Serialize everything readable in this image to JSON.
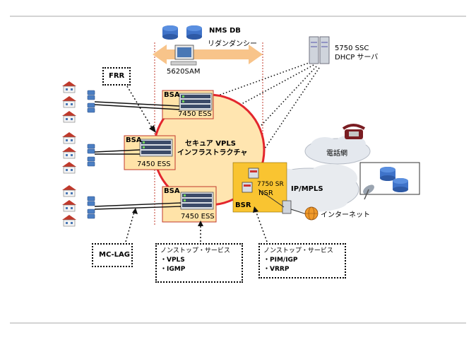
{
  "nms": {
    "title": "NMS DB",
    "subtitle": "リダンダンシー",
    "sam_label": "5620SAM"
  },
  "ssc": {
    "line1": "5750 SSC",
    "line2": "DHCP サーバ"
  },
  "frr_label": "FRR",
  "bsa_nodes": [
    {
      "tag": "BSA",
      "device": "7450 ESS"
    },
    {
      "tag": "BSA",
      "device": "7450 ESS"
    },
    {
      "tag": "BSA",
      "device": "7450 ESS"
    }
  ],
  "vpls": {
    "line1": "セキュア VPLS",
    "line2": "インフラストラクチャ"
  },
  "phone_net_label": "電話網",
  "mpls_label": "IP/MPLS",
  "bsr": {
    "tag": "BSR",
    "device": "7750 SR",
    "feature": "NSR"
  },
  "internet_label": "インターネット",
  "mclag_label": "MC-LAG",
  "nonstop_left": {
    "title": "ノンストップ・サービス",
    "items": [
      "・VPLS",
      "・IGMP"
    ]
  },
  "nonstop_right": {
    "title": "ノンストップ・サービス",
    "items": [
      "・PIM/IGP",
      "・VRRP"
    ]
  },
  "colors": {
    "ring": "#e3262d",
    "arrow": "#f8c48a",
    "bsr_fill": "#f9c431",
    "cloud": "#e4e8ee",
    "device_blue": "#3a6fb4"
  }
}
